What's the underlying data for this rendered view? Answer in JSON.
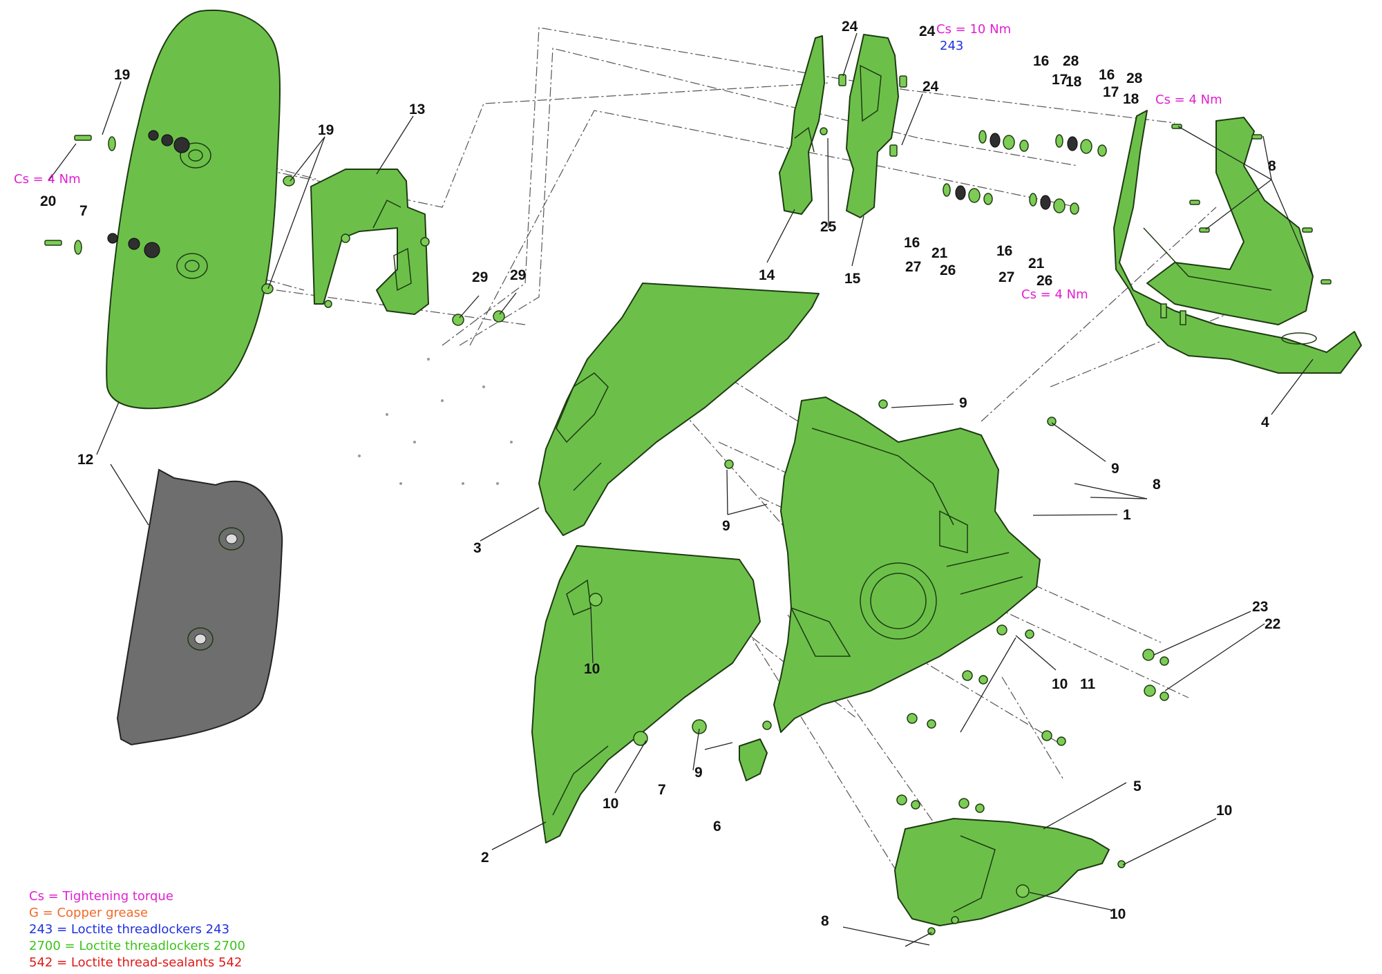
{
  "callouts": {
    "c19a": "19",
    "c20": "20",
    "c7a": "7",
    "c19b": "19",
    "c13": "13",
    "c12": "12",
    "c29a": "29",
    "c29b": "29",
    "c14": "14",
    "c15": "15",
    "c25": "25",
    "c24a": "24",
    "c24b": "24",
    "c24c": "24",
    "c16a": "16",
    "c17a": "17",
    "c28a": "28",
    "c18a": "18",
    "c16b": "16",
    "c17b": "17",
    "c28b": "28",
    "c18b": "18",
    "c16c": "16",
    "c27a": "27",
    "c21a": "21",
    "c26a": "26",
    "c16d": "16",
    "c27b": "27",
    "c21b": "21",
    "c26b": "26",
    "c8a": "8",
    "c4": "4",
    "c9a": "9",
    "c9b": "9",
    "c9c": "9",
    "c9d": "9",
    "c8b": "8",
    "c1": "1",
    "c3": "3",
    "c10a": "10",
    "c10b": "10",
    "c11": "11",
    "c23": "23",
    "c22": "22",
    "c7b": "7",
    "c10c": "10",
    "c6": "6",
    "c2": "2",
    "c5": "5",
    "c10d": "10",
    "c10e": "10",
    "c8c": "8"
  },
  "notes": {
    "torque_top_right": "Cs = 10 Nm",
    "loctite_top_right": "243",
    "torque_bracket": "Cs = 4 Nm",
    "torque_mid": "Cs = 4 Nm",
    "torque_left": "Cs = 4 Nm"
  },
  "legend": [
    {
      "text": "Cs = Tightening torque",
      "color": "#e020d0"
    },
    {
      "text": "G = Copper grease",
      "color": "#f06a2a"
    },
    {
      "text": "243 =  Loctite threadlockers 243",
      "color": "#2030e0"
    },
    {
      "text": "2700 = Loctite threadlockers 2700",
      "color": "#3cc21a"
    },
    {
      "text": "542 = Loctite thread-sealants 542",
      "color": "#e01818"
    }
  ],
  "colors": {
    "part_fill": "#6cc04a",
    "alt_part_fill": "#6e6e6e",
    "torque_text": "#e020d0",
    "loctite243_text": "#2030e0"
  }
}
